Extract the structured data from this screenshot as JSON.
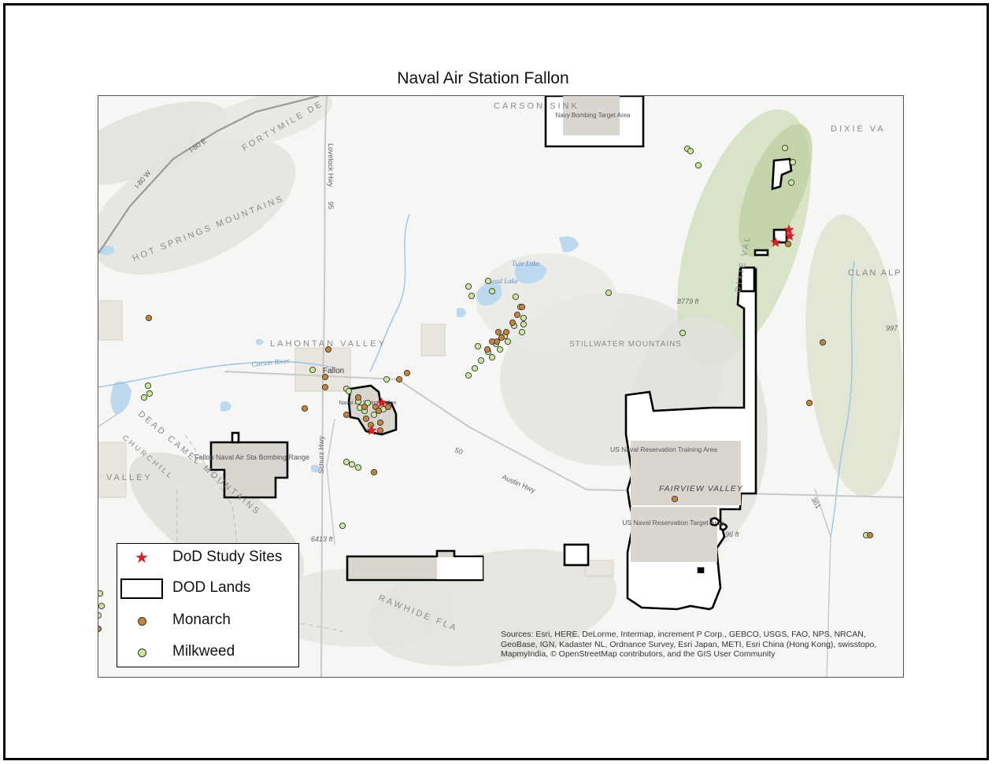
{
  "map_title": "Naval Air Station Fallon",
  "place_labels": {
    "carson_sink": "CARSON SINK",
    "dixie_valley": "DIXIE VA",
    "fortymile_desert": "FORTYMILE DE",
    "hot_springs_mountains": "HOT SPRINGS MOUNTAINS",
    "lahontan_valley": "LAHONTAN VALLEY",
    "stillwater_mountains": "STILLWATER MOUNTAINS",
    "clan_alpine": "CLAN ALP",
    "dead_camel_mountains": "DEAD CAMEL MOUNTAINS",
    "churchill": "CHURCHILL",
    "valley": "VALLEY",
    "fairview_valley": "FAIRVIEW VALLEY",
    "rawhide_flats": "RAWHIDE FLA",
    "dixie_valley_vertical": "DIXIE VAL"
  },
  "water_labels": {
    "carson_river": "Carson River",
    "tule_lake": "Tule Lake",
    "lead_lake": "Lead Lake"
  },
  "road_labels": {
    "i80_e": "I-80 E",
    "i80_w": "I-80 W",
    "lovelock_hwy": "Lovelock Hwy",
    "hwy_95": "95",
    "schurz_hwy": "Schurz Hwy",
    "hwy_50": "50",
    "austin_hwy": "Austin Hwy",
    "hwy_361": "361"
  },
  "towns": {
    "fallon": "Fallon"
  },
  "area_labels": {
    "navy_bombing_target": "Navy Bombing Target Area",
    "fallon_naval_air_sta": "Fallon Naval Air Sta Bombing Range",
    "nas_fallon": "Naval Air Station Fallon",
    "us_naval_training": "US Naval Reservation Training Area",
    "us_naval_target": "US Naval Reservation Target Area"
  },
  "elevation_labels": {
    "peak_8779": "8779 ft",
    "peak_997": "997",
    "peak_6413": "6413 ft",
    "peak_96": "96 ft"
  },
  "legend": {
    "study_sites": "DoD Study Sites",
    "dod_lands": "DOD Lands",
    "monarch": "Monarch",
    "milkweed": "Milkweed"
  },
  "colors": {
    "study_site": "#d81f26",
    "monarch": "#c8823a",
    "milkweed": "#c9e89a",
    "dod_land_fill": "#d9d6d0",
    "water": "#bcd9ef"
  },
  "credits": "Sources: Esri, HERE, DeLorme, Intermap, increment P Corp., GEBCO, USGS, FAO, NPS, NRCAN, GeoBase, IGN, Kadaster NL, Ordnance Survey, Esri Japan, METI, Esri China (Hong Kong), swisstopo, MapmyIndia, © OpenStreetMap contributors, and the GIS User Community"
}
